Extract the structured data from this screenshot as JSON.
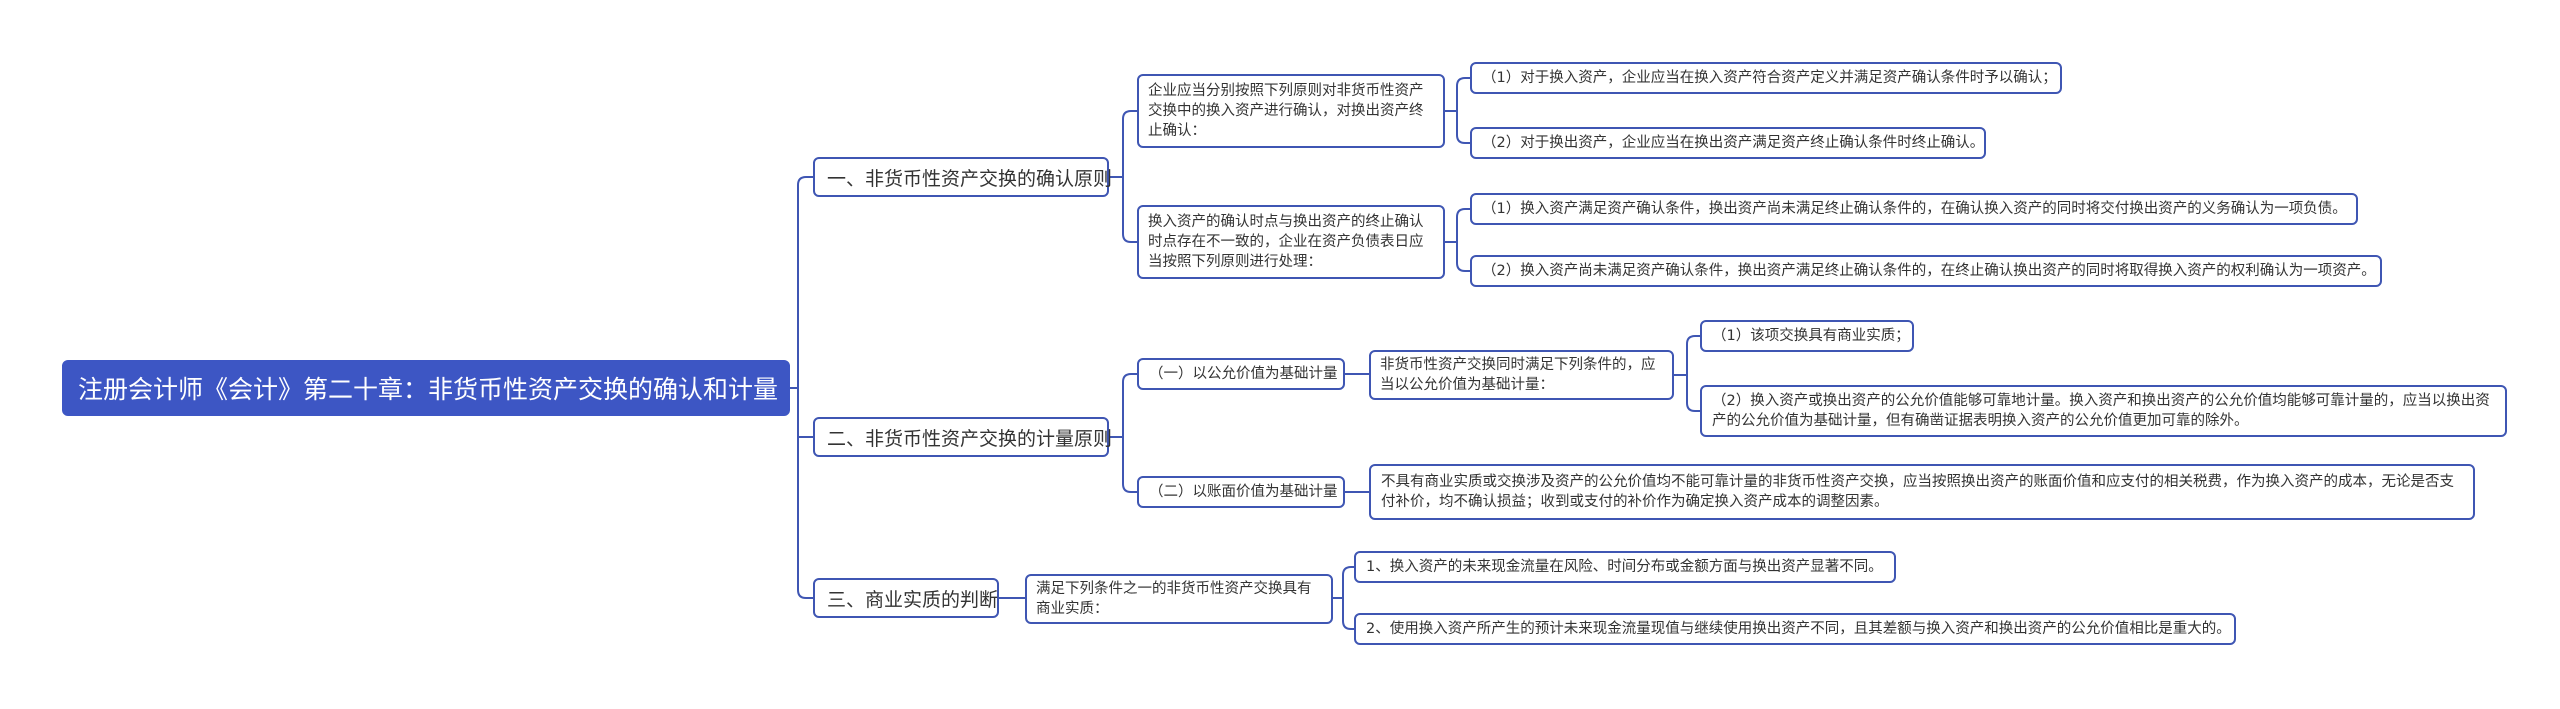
{
  "root": {
    "title": "注册会计师《会计》第二十章：非货币性资产交换的确认和计量"
  },
  "branch1": {
    "title": "一、非货币性资产交换的确认原则",
    "sub1": {
      "text": "企业应当分别按照下列原则对非货币性资产交换中的换入资产进行确认，对换出资产终止确认：",
      "items": [
        "（1）对于换入资产，企业应当在换入资产符合资产定义并满足资产确认条件时予以确认；",
        "（2）对于换出资产，企业应当在换出资产满足资产终止确认条件时终止确认。"
      ]
    },
    "sub2": {
      "text": "换入资产的确认时点与换出资产的终止确认时点存在不一致的，企业在资产负债表日应当按照下列原则进行处理：",
      "items": [
        "（1）换入资产满足资产确认条件，换出资产尚未满足终止确认条件的，在确认换入资产的同时将交付换出资产的义务确认为一项负债。",
        "（2）换入资产尚未满足资产确认条件，换出资产满足终止确认条件的，在终止确认换出资产的同时将取得换入资产的权利确认为一项资产。"
      ]
    }
  },
  "branch2": {
    "title": "二、非货币性资产交换的计量原则",
    "sub1": {
      "label": "（一）以公允价值为基础计量",
      "detail": "非货币性资产交换同时满足下列条件的，应当以公允价值为基础计量：",
      "items": [
        "（1）该项交换具有商业实质；",
        "（2）换入资产或换出资产的公允价值能够可靠地计量。换入资产和换出资产的公允价值均能够可靠计量的，应当以换出资产的公允价值为基础计量，但有确凿证据表明换入资产的公允价值更加可靠的除外。"
      ]
    },
    "sub2": {
      "label": "（二）以账面价值为基础计量",
      "detail": "不具有商业实质或交换涉及资产的公允价值均不能可靠计量的非货币性资产交换，应当按照换出资产的账面价值和应支付的相关税费，作为换入资产的成本，无论是否支付补价，均不确认损益；收到或支付的补价作为确定换入资产成本的调整因素。"
    }
  },
  "branch3": {
    "title": "三、商业实质的判断",
    "sub": {
      "text": "满足下列条件之一的非货币性资产交换具有商业实质：",
      "items": [
        "1、换入资产的未来现金流量在风险、时间分布或金额方面与换出资产显著不同。",
        "2、使用换入资产所产生的预计未来现金流量现值与继续使用换出资产不同，且其差额与换入资产和换出资产的公允价值相比是重大的。"
      ]
    }
  },
  "colors": {
    "accent": "#3d56c4",
    "border": "#3f56b3",
    "line": "#3f56b3",
    "text": "#333333",
    "background": "#ffffff"
  }
}
